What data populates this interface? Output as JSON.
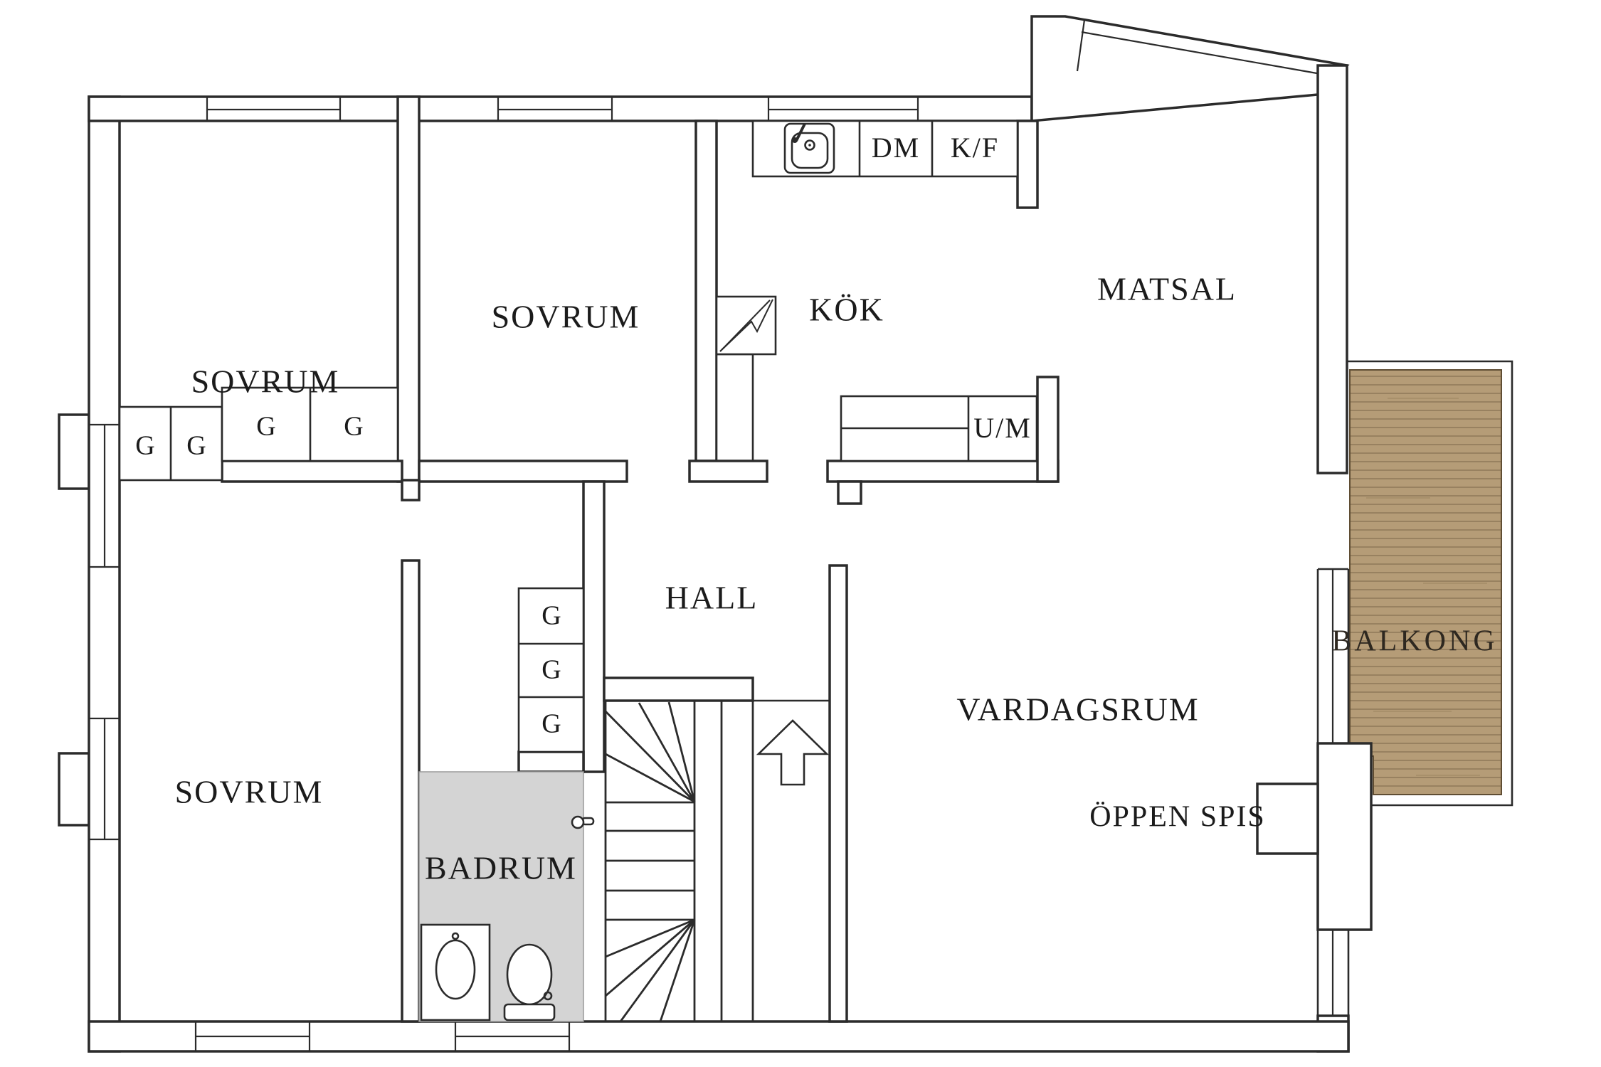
{
  "plan": {
    "rooms": {
      "sovrum_1": "SOVRUM",
      "sovrum_2": "SOVRUM",
      "sovrum_3": "SOVRUM",
      "kok": "KÖK",
      "matsal": "MATSAL",
      "hall": "HALL",
      "vardagsrum": "VARDAGSRUM",
      "badrum": "BADRUM",
      "balkong": "BALKONG",
      "oppen_spis": "ÖPPEN SPIS"
    },
    "appliances": {
      "dishwasher": "DM",
      "fridge_freezer": "K/F",
      "washer": "U/M"
    },
    "closets": {
      "labels": [
        "G",
        "G",
        "G",
        "G",
        "G",
        "G",
        "G"
      ]
    },
    "colors": {
      "wall_line": "#2b2b2b",
      "bathroom_fill": "#d4d4d4",
      "deck_wood": "#b59c77",
      "deck_line": "#6e5a3e",
      "deck_grain": "#8d7450"
    }
  }
}
